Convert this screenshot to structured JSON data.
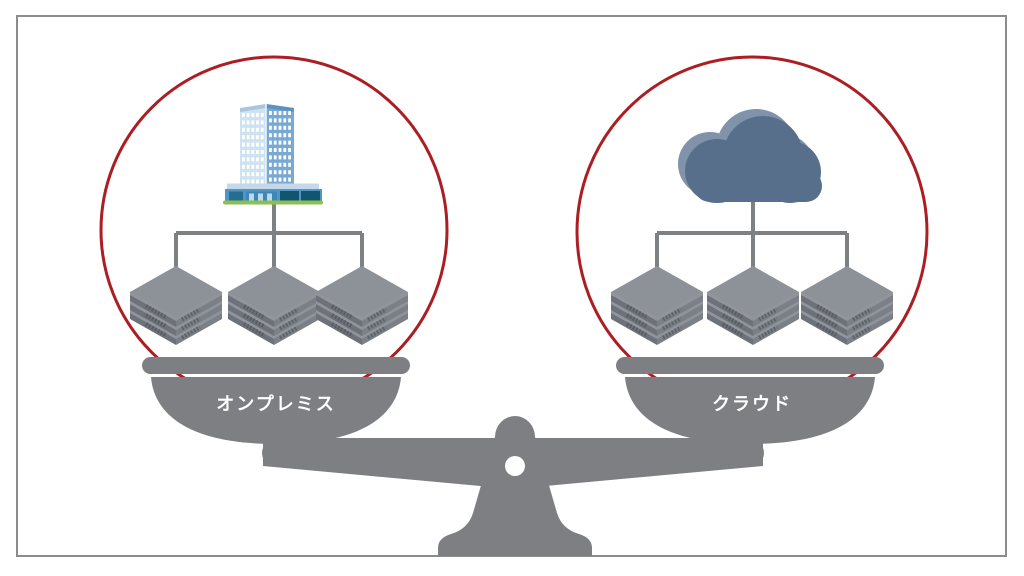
{
  "diagram": {
    "type": "balance-scale-comparison",
    "left_pan": {
      "label": "オンプレミス",
      "icon": "office-building-icon",
      "connected_nodes": [
        "server-stack",
        "server-stack",
        "server-stack"
      ]
    },
    "right_pan": {
      "label": "クラウド",
      "icon": "cloud-icon",
      "connected_nodes": [
        "server-stack",
        "server-stack",
        "server-stack"
      ]
    },
    "colors": {
      "circle_red": "#ab1e23",
      "scale_gray": "#7d7f82",
      "line_gray": "#7e8184",
      "cloud_main": "#586f8c",
      "cloud_highlight": "#8093ab",
      "label_text": "#ffffff",
      "frame_border": "#8c8c8c"
    }
  }
}
